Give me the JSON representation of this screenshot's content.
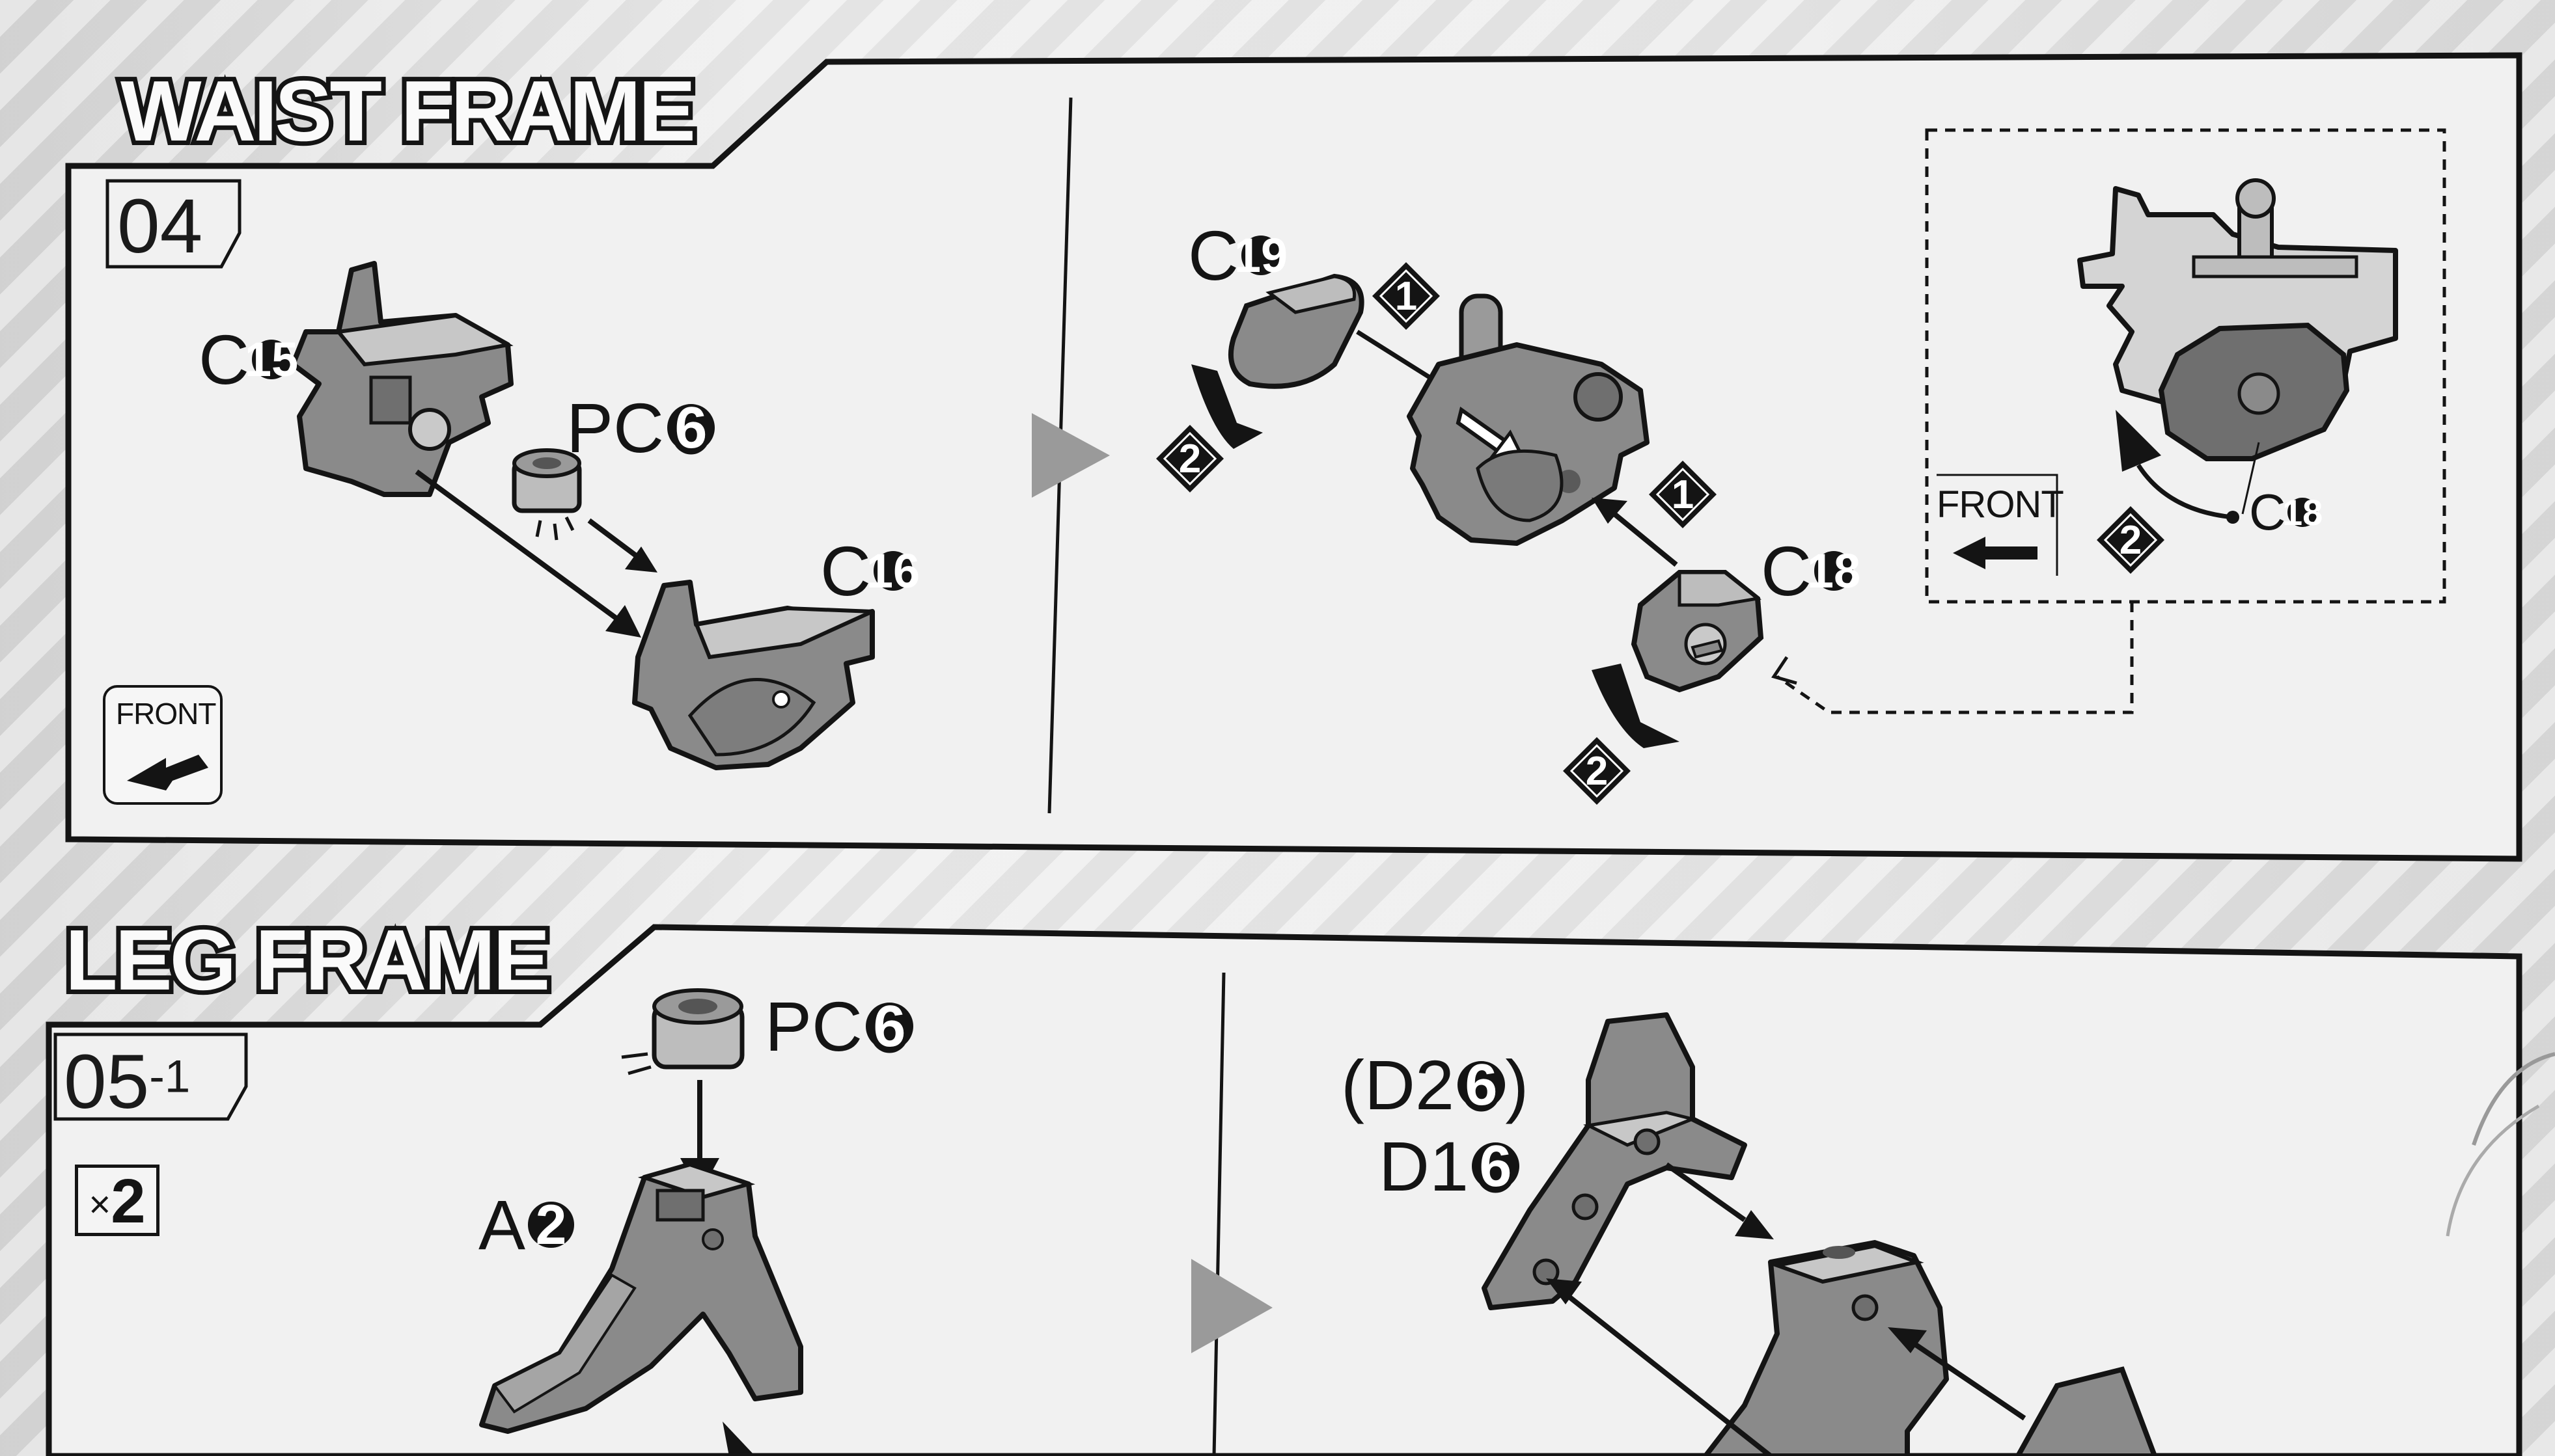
{
  "sections": [
    {
      "title": "WAIST FRAME",
      "step": "04",
      "step_sub": "",
      "front_label": "FRONT",
      "parts": {
        "c15": {
          "letter": "C",
          "num": "15"
        },
        "pc6": {
          "letter": "PC",
          "num": "6"
        },
        "c16": {
          "letter": "C",
          "num": "16"
        },
        "c19": {
          "letter": "C",
          "num": "19"
        },
        "c18": {
          "letter": "C",
          "num": "18"
        },
        "c18_detail": {
          "letter": "C",
          "num": "18"
        }
      },
      "badges": {
        "one": "1",
        "two": "2"
      },
      "detail_front_label": "FRONT"
    },
    {
      "title": "LEG FRAME",
      "step": "05",
      "step_sub": "-1",
      "multiplier": {
        "x": "×",
        "n": "2"
      },
      "parts": {
        "pc6": {
          "letter": "PC",
          "num": "6"
        },
        "a2": {
          "letter": "A",
          "num": "2"
        },
        "d26": {
          "open": "(",
          "letter": "D2",
          "num": "6",
          "close": ")"
        },
        "d16": {
          "letter": "D1",
          "num": "6"
        }
      }
    }
  ],
  "colors": {
    "part_fill": "#8a8a8a",
    "part_dark": "#6f6f6f",
    "part_light": "#c7c7c7",
    "ink": "#141414",
    "arrow_gray": "#9a9a9a"
  }
}
